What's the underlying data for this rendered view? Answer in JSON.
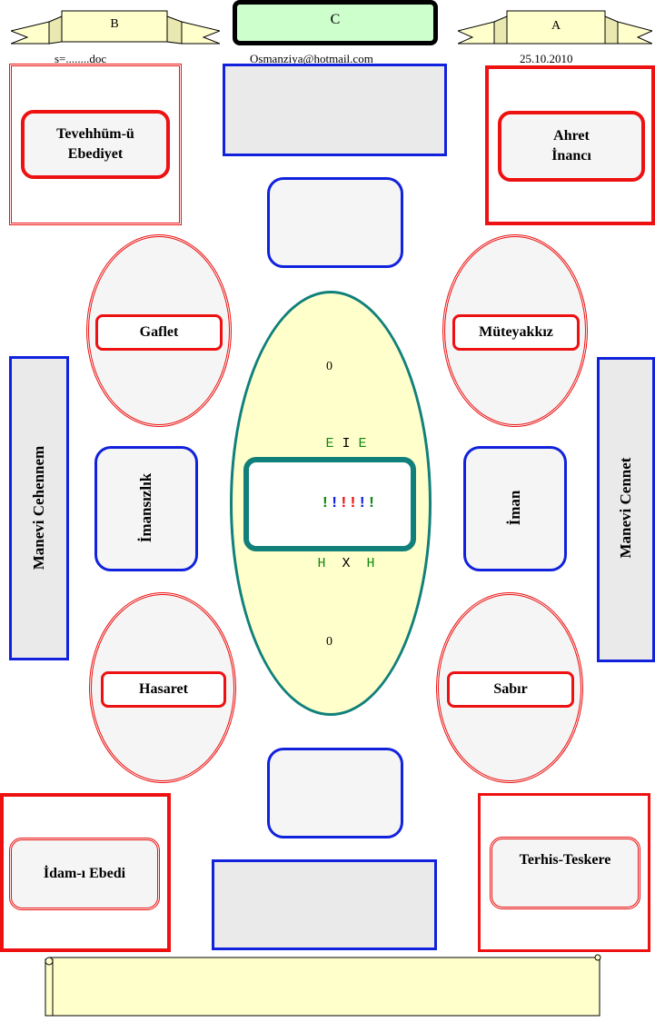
{
  "header": {
    "left_ribbon_label": "B",
    "center_box_label": "C",
    "right_ribbon_label": "A",
    "left_subtext": "s=........doc",
    "center_subtext": "Osmanziya@hotmail.com",
    "right_subtext": "25.10.2010"
  },
  "corners": {
    "top_left": {
      "line1": "Tevehhüm-ü",
      "line2": "Ebediyet"
    },
    "top_right": {
      "line1": "Ahret",
      "line2": "İnancı"
    },
    "bottom_left": "İdam-ı Ebedi",
    "bottom_right": "Terhis-Teskere"
  },
  "ellipses": {
    "upper_left": "Gaflet",
    "upper_right": "Müteyakkız",
    "lower_left": "Hasaret",
    "lower_right": "Sabır"
  },
  "side_boxes": {
    "left_inner": "İmansızlık",
    "right_inner": "İman",
    "left_outer": "Manevi Cehennem",
    "right_outer": "Manevi Cennet"
  },
  "center": {
    "top_value": "0",
    "bottom_value": "0",
    "row1": [
      "E",
      "I",
      "E"
    ],
    "row1_colors": [
      "#118811",
      "#000000",
      "#118811"
    ],
    "row2": [
      "!",
      "!",
      "!",
      "!",
      "!",
      "!"
    ],
    "row2_colors": [
      "#118811",
      "#1122dd",
      "#ee1111",
      "#ee1111",
      "#1122dd",
      "#118811"
    ],
    "row3": [
      "H",
      "X",
      "H"
    ],
    "row3_colors": [
      "#118811",
      "#000000",
      "#118811"
    ],
    "ellipse_fill": "#ffffcc",
    "ellipse_stroke": "#11807a"
  },
  "colors": {
    "ribbon_fill": "#ffffcc",
    "header_box_fill": "#ccffcc",
    "red": "#ee1111",
    "blue": "#1122dd",
    "teal": "#11807a"
  }
}
